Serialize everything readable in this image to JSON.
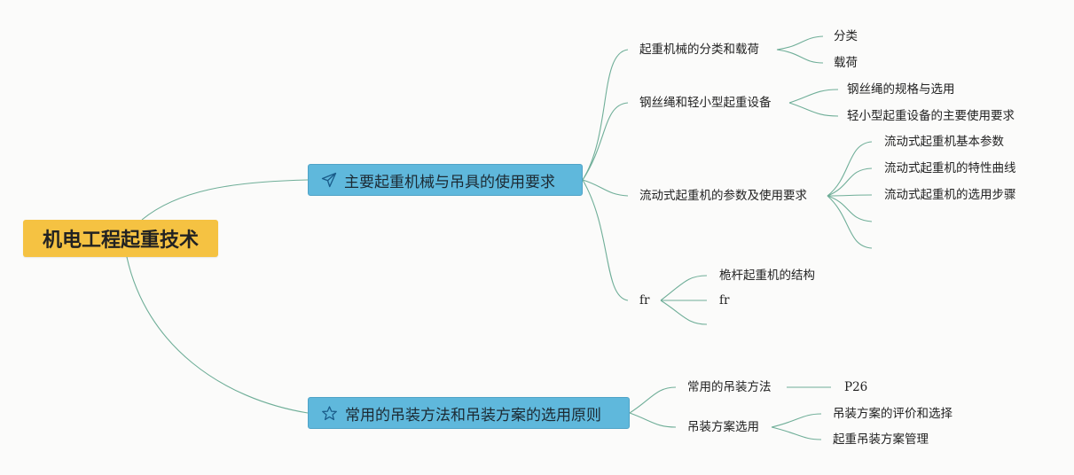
{
  "root": {
    "label": "机电工程起重技术"
  },
  "branches": [
    {
      "label": "主要起重机械与吊具的使用要求",
      "icon": "paper-plane-icon",
      "children": [
        {
          "label": "起重机械的分类和载荷",
          "children": [
            "分类",
            "载荷"
          ]
        },
        {
          "label": "钢丝绳和轻小型起重设备",
          "children": [
            "钢丝绳的规格与选用",
            "轻小型起重设备的主要使用要求"
          ]
        },
        {
          "label": "流动式起重机的参数及使用要求",
          "children": [
            "流动式起重机基本参数",
            "流动式起重机的特性曲线",
            "流动式起重机的选用步骤",
            "",
            ""
          ]
        },
        {
          "label": "fr",
          "children": [
            "桅杆起重机的结构",
            "fr",
            ""
          ]
        }
      ]
    },
    {
      "label": "常用的吊装方法和吊装方案的选用原则",
      "icon": "star-icon",
      "children": [
        {
          "label": "常用的吊装方法",
          "children": [
            "P26"
          ]
        },
        {
          "label": "吊装方案选用",
          "children": [
            "吊装方案的评价和选择",
            "起重吊装方案管理"
          ]
        }
      ]
    }
  ],
  "colors": {
    "root": "#f5c242",
    "main": "#5fb8dc",
    "link": "#6fae98"
  }
}
